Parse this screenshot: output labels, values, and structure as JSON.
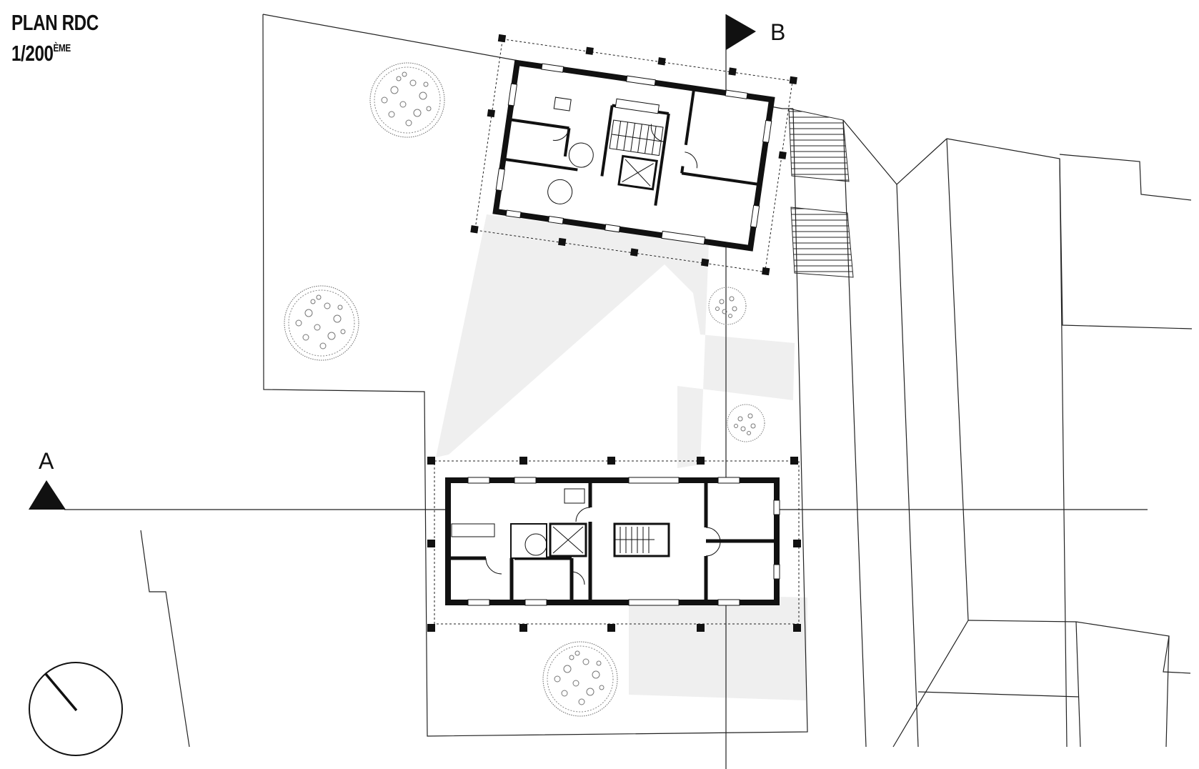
{
  "title": {
    "line1": "PLAN RDC",
    "scale_main": "1/200",
    "scale_sup": "ÈME"
  },
  "section_marks": {
    "a": "A",
    "b": "B"
  },
  "icons": [
    "north-arrow-icon",
    "section-arrow-a-icon",
    "section-arrow-b-icon",
    "tree-icon",
    "stair-icon",
    "elevator-icon",
    "door-swing-icon"
  ],
  "colors": {
    "ink": "#111111",
    "paving": "#efefef",
    "paper": "#ffffff"
  }
}
